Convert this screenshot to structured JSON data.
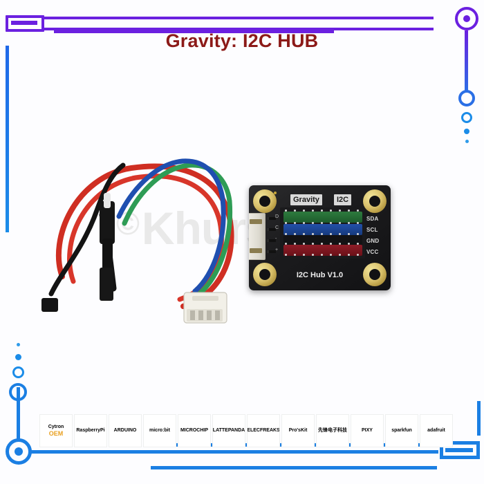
{
  "page": {
    "title": "Gravity: I2C HUB",
    "watermark_symbol": "©",
    "watermark_text": "Khurs",
    "accent_purple": "#6b20e0",
    "accent_blue": "#1b7fe3",
    "title_color": "#8c1a18"
  },
  "board": {
    "silk_gravity": "Gravity",
    "silk_i2c": "I2C",
    "name": "I2C Hub V1.0",
    "input_pins": [
      "D",
      "C",
      "-",
      "+"
    ],
    "bus_labels": [
      "SDA",
      "SCL",
      "GND",
      "VCC"
    ],
    "bus_colors": [
      "#2e7a3e",
      "#2350a8",
      "#131315",
      "#8e1d28"
    ],
    "channel_count": 8,
    "pcb_color": "#1b1b1d",
    "mount_color": "#d8c06a"
  },
  "cable": {
    "wire_colors": [
      "#cf2e22",
      "#1f4fb0",
      "#2e9c55",
      "#141414"
    ],
    "connector_color": "#f2f0e8"
  },
  "logos": [
    {
      "name": "cytron-oem-logo",
      "line1": "Cytron",
      "line2": "OEM"
    },
    {
      "name": "raspberry-pi-logo",
      "line1": "RaspberryPi",
      "line2": ""
    },
    {
      "name": "arduino-logo",
      "line1": "ARDUINO",
      "line2": ""
    },
    {
      "name": "microbit-logo",
      "line1": "micro:bit",
      "line2": ""
    },
    {
      "name": "microchip-logo",
      "line1": "MICROCHIP",
      "line2": ""
    },
    {
      "name": "lattepanda-logo",
      "line1": "LATTEPANDA",
      "line2": ""
    },
    {
      "name": "elecfreaks-logo",
      "line1": "ELECFREAKS",
      "line2": ""
    },
    {
      "name": "proskit-logo",
      "line1": "Pro'sKit",
      "line2": ""
    },
    {
      "name": "seeed-logo",
      "line1": "先锋电子科技",
      "line2": ""
    },
    {
      "name": "pixy-logo",
      "line1": "PIXY",
      "line2": ""
    },
    {
      "name": "sparkfun-logo",
      "line1": "sparkfun",
      "line2": ""
    },
    {
      "name": "adafruit-logo",
      "line1": "adafruit",
      "line2": ""
    }
  ]
}
